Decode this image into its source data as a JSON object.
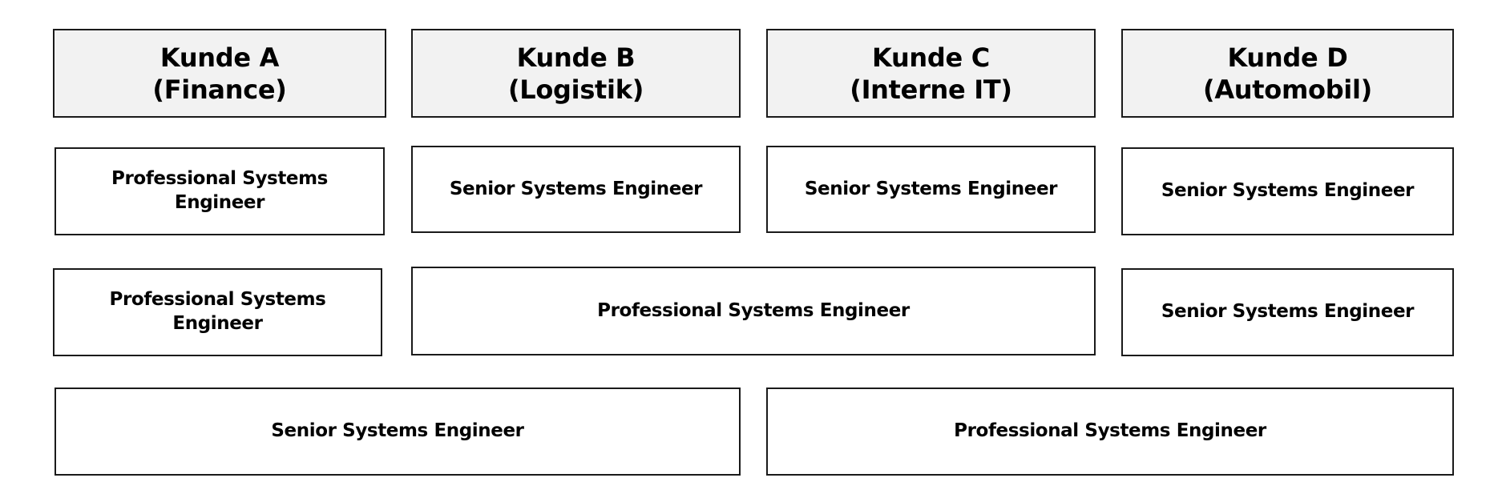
{
  "headers": [
    {
      "line1": "Kunde A",
      "line2": "(Finance)"
    },
    {
      "line1": "Kunde B",
      "line2": "(Logistik)"
    },
    {
      "line1": "Kunde C",
      "line2": "(Interne IT)"
    },
    {
      "line1": "Kunde D",
      "line2": "(Automobil)"
    }
  ],
  "row1": {
    "a": {
      "line1": "Professional Systems",
      "line2": "Engineer"
    },
    "b": "Senior Systems Engineer",
    "c": "Senior Systems Engineer",
    "d": "Senior Systems Engineer"
  },
  "row2": {
    "a": {
      "line1": "Professional Systems",
      "line2": "Engineer"
    },
    "bc": "Professional Systems Engineer",
    "d": "Senior Systems Engineer"
  },
  "row3": {
    "ab": "Senior Systems Engineer",
    "cd": "Professional Systems Engineer"
  }
}
